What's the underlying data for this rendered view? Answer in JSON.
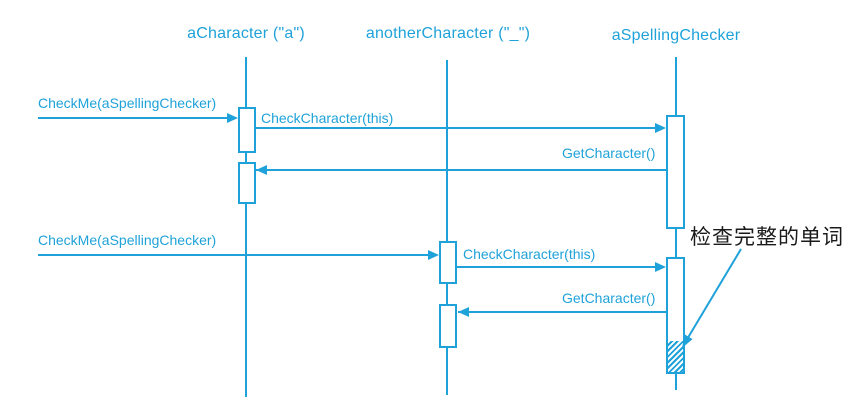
{
  "diagram": {
    "type": "uml-sequence-diagram",
    "colors": {
      "accent": "#1fa2d9",
      "annotation_text": "#1a1a1a",
      "background": "#ffffff"
    },
    "lifelines": [
      {
        "id": "aCharacter",
        "label": "aCharacter (\"a\")"
      },
      {
        "id": "anotherCharacter",
        "label": "anotherCharacter (\"_\")"
      },
      {
        "id": "aSpellingChecker",
        "label": "aSpellingChecker"
      }
    ],
    "messages": [
      {
        "label": "CheckMe(aSpellingChecker)",
        "from": "external",
        "to": "aCharacter"
      },
      {
        "label": "CheckCharacter(this)",
        "from": "aCharacter",
        "to": "aSpellingChecker"
      },
      {
        "label": "GetCharacter()",
        "from": "aSpellingChecker",
        "to": "aCharacter"
      },
      {
        "label": "CheckMe(aSpellingChecker)",
        "from": "external",
        "to": "anotherCharacter"
      },
      {
        "label": "CheckCharacter(this)",
        "from": "anotherCharacter",
        "to": "aSpellingChecker"
      },
      {
        "label": "GetCharacter()",
        "from": "aSpellingChecker",
        "to": "anotherCharacter"
      }
    ],
    "annotation": {
      "text": "检查完整的单词"
    }
  }
}
